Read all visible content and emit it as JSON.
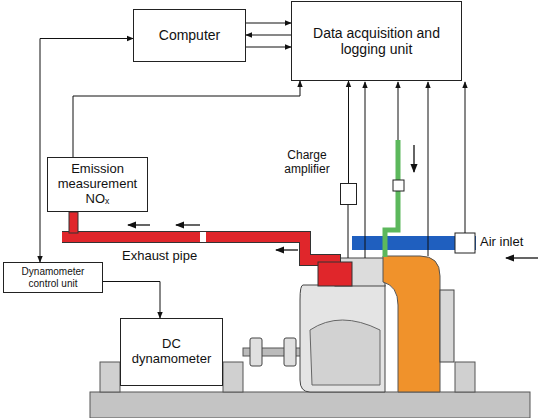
{
  "diagram": {
    "nodes": [
      {
        "text": [
          "Computer"
        ]
      },
      {
        "text": [
          "Data acquisition and logging unit"
        ]
      },
      {
        "text": [
          "Emission measurement NOₓ"
        ]
      },
      {
        "text": [
          "Charge amplifier"
        ]
      },
      {
        "text": [
          "Dynamometer control unit"
        ]
      },
      {
        "text": [
          "DC dynamometer"
        ]
      }
    ],
    "edges": [
      {
        "from": 0,
        "to": 1,
        "arrow": "to"
      },
      {
        "from": 1,
        "to": 0,
        "arrow": "to"
      },
      {
        "from": 0,
        "to": 1,
        "arrow": "to"
      },
      {
        "from": 2,
        "to": 1,
        "arrow": "to"
      },
      {
        "from": 0,
        "to": 4,
        "arrow": "both"
      },
      {
        "from": 4,
        "to": 5,
        "arrow": "to"
      },
      {
        "from": 3,
        "to": 1,
        "arrow": "to"
      }
    ],
    "labels": [
      "Exhaust pipe",
      "Air inlet"
    ]
  }
}
